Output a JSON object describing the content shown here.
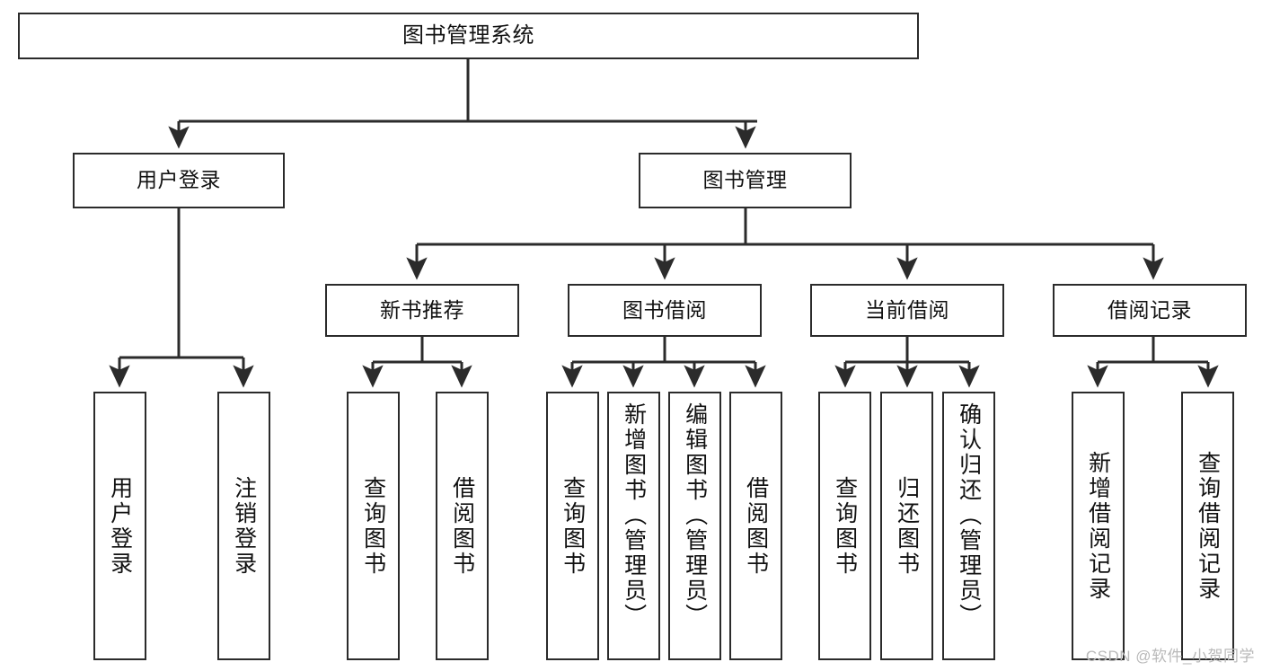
{
  "diagram": {
    "kind": "functional-structure-tree",
    "title": "图书管理系统",
    "watermark": "CSDN @软件_小贺同学",
    "colors": {
      "background": "#ffffff",
      "node_border": "#2b2b2b",
      "node_fill": "#ffffff",
      "edge": "#2b2b2b",
      "text": "#111111",
      "watermark": "#b9b9b9"
    },
    "levels": {
      "root": "图书管理系统",
      "level1": [
        "用户登录",
        "图书管理"
      ],
      "level2": [
        "新书推荐",
        "图书借阅",
        "当前借阅",
        "借阅记录"
      ]
    },
    "nodes": {
      "root": {
        "label": "图书管理系统",
        "orientation": "horizontal"
      },
      "user_login": {
        "label": "用户登录",
        "orientation": "horizontal"
      },
      "book_manage": {
        "label": "图书管理",
        "orientation": "horizontal"
      },
      "new_book_recommend": {
        "label": "新书推荐",
        "orientation": "horizontal"
      },
      "book_borrow": {
        "label": "图书借阅",
        "orientation": "horizontal"
      },
      "current_borrow": {
        "label": "当前借阅",
        "orientation": "horizontal"
      },
      "borrow_record": {
        "label": "借阅记录",
        "orientation": "horizontal"
      },
      "leaf_user_login": {
        "label": "用户登录",
        "orientation": "vertical"
      },
      "leaf_logout_login": {
        "label": "注销登录",
        "orientation": "vertical"
      },
      "leaf_query_book_a": {
        "label": "查询图书",
        "orientation": "vertical"
      },
      "leaf_borrow_book_a": {
        "label": "借阅图书",
        "orientation": "vertical"
      },
      "leaf_query_book_b": {
        "label": "查询图书",
        "orientation": "vertical"
      },
      "leaf_add_book_admin": {
        "label": "新增图书（管理员）",
        "orientation": "vertical"
      },
      "leaf_edit_book_admin": {
        "label": "编辑图书（管理员）",
        "orientation": "vertical"
      },
      "leaf_borrow_book_b": {
        "label": "借阅图书",
        "orientation": "vertical"
      },
      "leaf_query_book_c": {
        "label": "查询图书",
        "orientation": "vertical"
      },
      "leaf_return_book": {
        "label": "归还图书",
        "orientation": "vertical"
      },
      "leaf_confirm_return_admin": {
        "label": "确认归还（管理员）",
        "orientation": "vertical"
      },
      "leaf_add_borrow_record": {
        "label": "新增借阅记录",
        "orientation": "vertical"
      },
      "leaf_query_borrow_record": {
        "label": "查询借阅记录",
        "orientation": "vertical"
      }
    },
    "edges": [
      {
        "from": "root",
        "to": "用户登录"
      },
      {
        "from": "root",
        "to": "图书管理"
      },
      {
        "from": "用户登录",
        "to": "用户登录(叶)"
      },
      {
        "from": "用户登录",
        "to": "注销登录"
      },
      {
        "from": "图书管理",
        "to": "新书推荐"
      },
      {
        "from": "图书管理",
        "to": "图书借阅"
      },
      {
        "from": "图书管理",
        "to": "当前借阅"
      },
      {
        "from": "图书管理",
        "to": "借阅记录"
      },
      {
        "from": "新书推荐",
        "to": "查询图书"
      },
      {
        "from": "新书推荐",
        "to": "借阅图书"
      },
      {
        "from": "图书借阅",
        "to": "查询图书"
      },
      {
        "from": "图书借阅",
        "to": "新增图书（管理员）"
      },
      {
        "from": "图书借阅",
        "to": "编辑图书（管理员）"
      },
      {
        "from": "图书借阅",
        "to": "借阅图书"
      },
      {
        "from": "当前借阅",
        "to": "查询图书"
      },
      {
        "from": "当前借阅",
        "to": "归还图书"
      },
      {
        "from": "当前借阅",
        "to": "确认归还（管理员）"
      },
      {
        "from": "借阅记录",
        "to": "新增借阅记录"
      },
      {
        "from": "借阅记录",
        "to": "查询借阅记录"
      }
    ]
  }
}
